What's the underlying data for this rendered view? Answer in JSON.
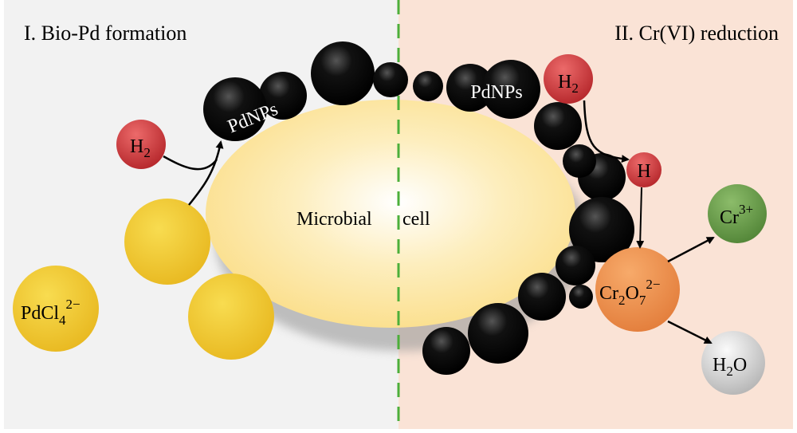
{
  "panels": {
    "left_title": "I. Bio-Pd formation",
    "right_title": "II. Cr(VI) reduction"
  },
  "cell": {
    "label_part1": "Microbial",
    "label_part2": "cell"
  },
  "particles": {
    "pdnps_left": "PdNPs",
    "pdnps_right": "PdNPs"
  },
  "molecules": {
    "h2_left": {
      "base": "H",
      "sub": "2"
    },
    "h2_right": {
      "base": "H",
      "sub": "2"
    },
    "h_atom": "H",
    "pdcl4": {
      "base": "PdCl",
      "sub": "4",
      "sup": "2−"
    },
    "cr3": {
      "base": "Cr",
      "sup": "3+"
    },
    "cr2o7": {
      "a": "Cr",
      "sub1": "2",
      "b": "O",
      "sub2": "7",
      "sup": "2−"
    },
    "h2o": {
      "a": "H",
      "sub": "2",
      "b": "O"
    }
  },
  "colors": {
    "left_bg": "#f2f2f2",
    "right_bg": "#fae3d6",
    "divider": "#4caf3a",
    "cell": "#fbe49a",
    "pd_ion": "#f0c832",
    "hydrogen": "#d0383c",
    "cr3": "#6a9a4c",
    "cr2o7": "#ef9250",
    "water": "#d4d4d4"
  }
}
